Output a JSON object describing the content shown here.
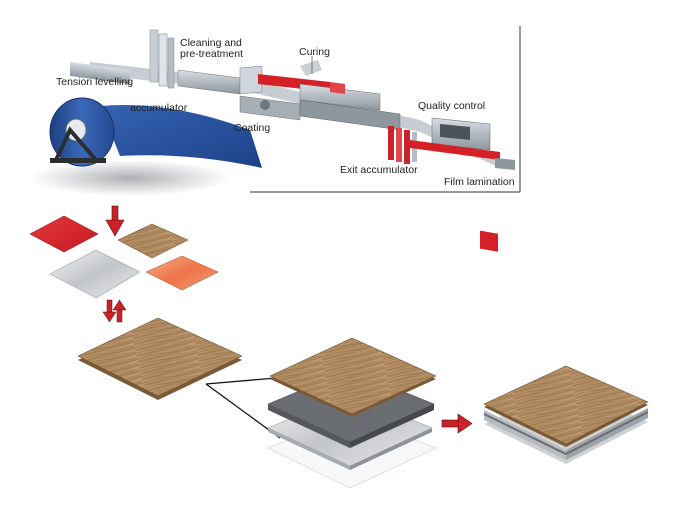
{
  "line_labels": {
    "tension_levelling": "Tension levelling",
    "accumulator": "accumulator",
    "cleaning_line1": "Cleaning and",
    "cleaning_line2": "pre-treatment",
    "curing": "Curing",
    "coating": "Coating",
    "quality_control": "Quality control",
    "exit_accumulator": "Exit accumulator",
    "film_lamination": "Film lamination"
  },
  "colors": {
    "coil_blue": "#2f5aa8",
    "finish_red": "#d42026",
    "wood_light": "#b28d63",
    "wood_dark": "#8a6640",
    "copper": "#f0825a",
    "silver": "#d6d8da",
    "arrow_red": "#cc2229",
    "machine_grey": "#8e969e"
  },
  "icons": {
    "arrow_down": "arrow-down-icon",
    "arrow_swap": "arrow-swap-icon",
    "arrow_right": "arrow-right-icon"
  }
}
